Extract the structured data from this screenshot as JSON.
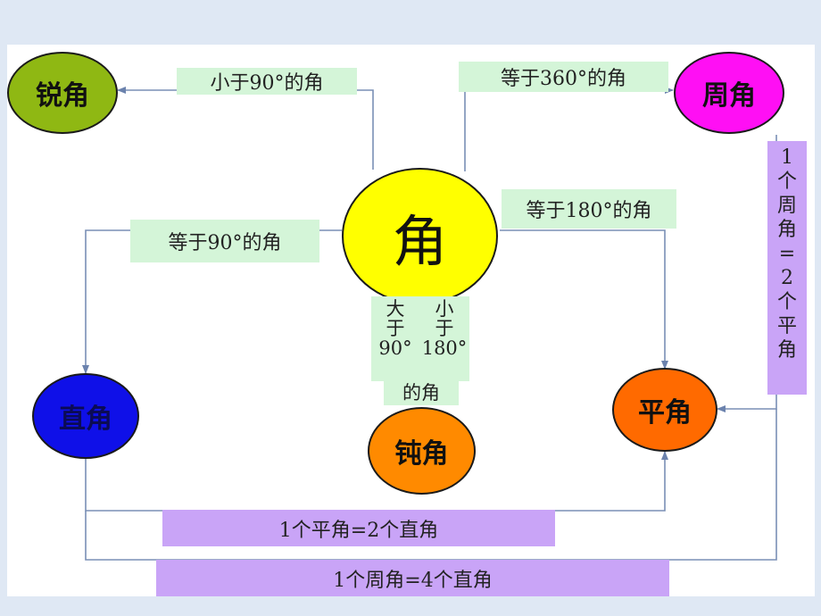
{
  "nodes": {
    "center": {
      "label": "角",
      "color": "#ffff00"
    },
    "acute": {
      "label": "锐角",
      "color": "#8fb813"
    },
    "full": {
      "label": "周角",
      "color": "#ff0ff4"
    },
    "right": {
      "label": "直角",
      "color": "#0f10e8"
    },
    "obtuse": {
      "label": "钝角",
      "color": "#ff8a00"
    },
    "straight": {
      "label": "平角",
      "color": "#ff6a00"
    }
  },
  "labels": {
    "acute_def": "小于90°的角",
    "full_def": "等于360°的角",
    "straight_def": "等于180°的角",
    "right_def": "等于90°的角",
    "obtuse_def_left": [
      "大",
      "于",
      "90°",
      "的角"
    ],
    "obtuse_def_right": [
      "小",
      "于",
      "180°"
    ],
    "full_eq_straight": [
      "1",
      "个",
      "周",
      "角",
      "=",
      "2",
      "个",
      "平",
      "角"
    ],
    "straight_eq_right": "1个平角=2个直角",
    "full_eq_right": "1个周角=4个直角"
  },
  "colors": {
    "label_bg": "#d4f5d8",
    "relation_bg": "#c9a4f7",
    "line": "#7a8fb5",
    "background": "#dfe8f4"
  }
}
